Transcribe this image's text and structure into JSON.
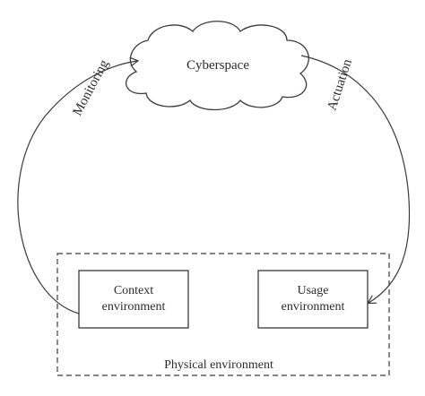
{
  "diagram": {
    "cloud_label": "Cyberspace",
    "left_arc_label": "Monitoring",
    "right_arc_label": "Actuation",
    "context_box": {
      "line1": "Context",
      "line2": "environment"
    },
    "usage_box": {
      "line1": "Usage",
      "line2": "environment"
    },
    "physical_label": "Physical environment"
  },
  "colors": {
    "stroke": "#3a3a3a",
    "text": "#2b2b2b",
    "background": "#ffffff"
  }
}
